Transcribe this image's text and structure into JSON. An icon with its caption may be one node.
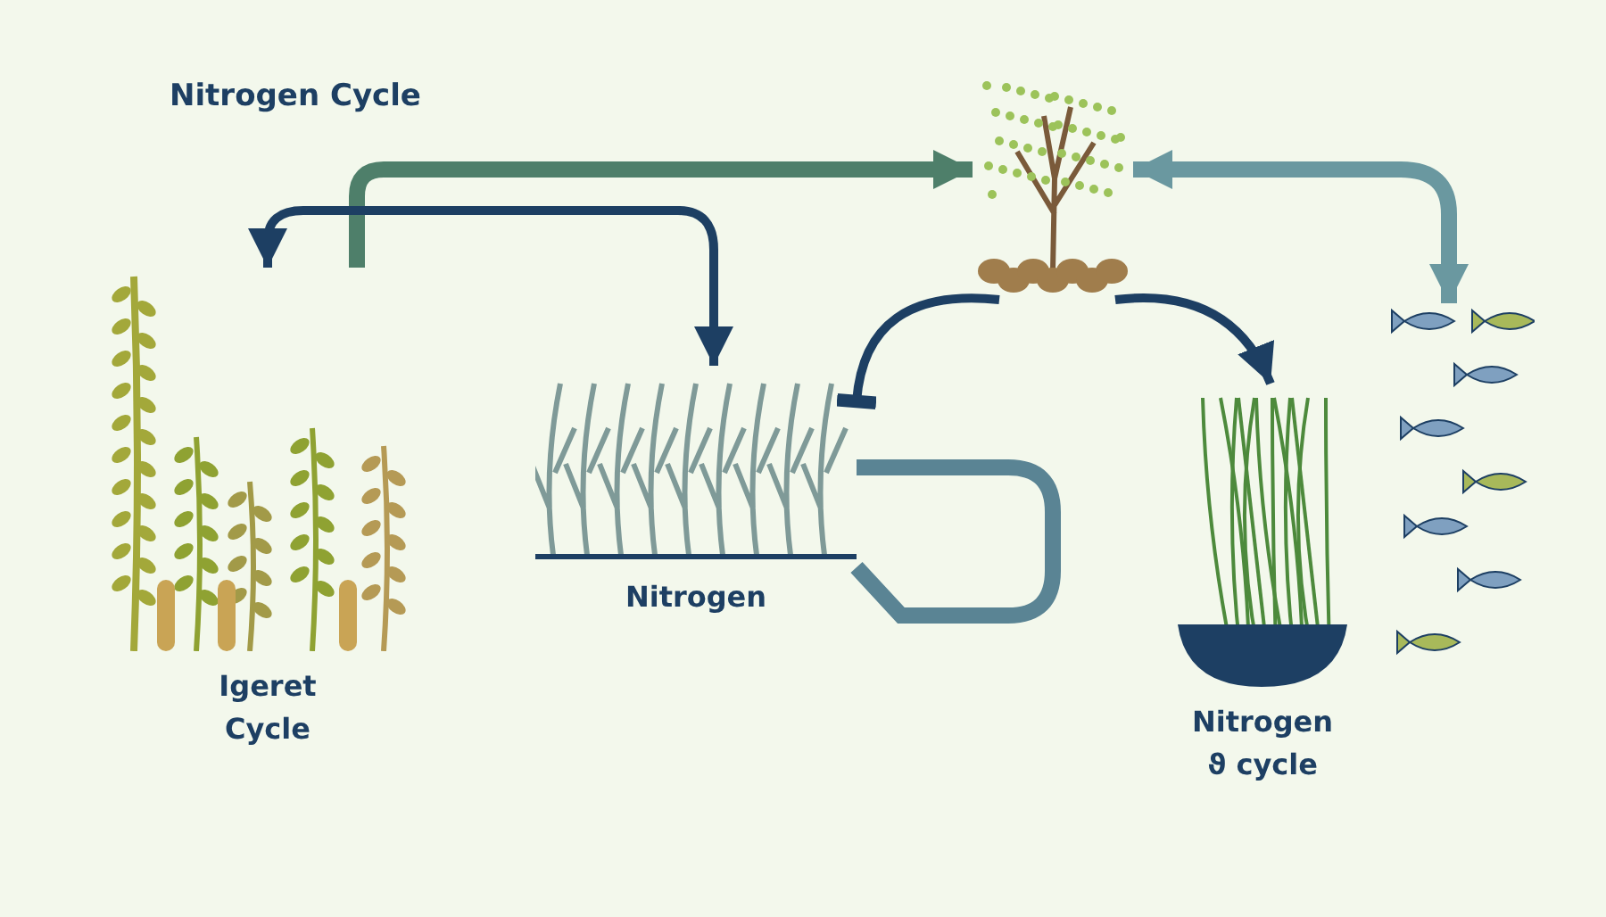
{
  "diagram": {
    "title": "Nitrogen Cycle",
    "nodes": [
      {
        "text": [
          "Igeret Cycle"
        ]
      },
      {
        "text": [
          "Nitrogen"
        ]
      },
      {
        "text": [],
        "shape": "picture"
      },
      {
        "text": [
          "Nitrogen ϑ cycle"
        ]
      },
      {
        "text": [],
        "shape": "picture"
      }
    ],
    "edges": [
      {
        "from": 0,
        "to": 2,
        "arrow": "to",
        "style": "thick",
        "color": "#4e7f6a"
      },
      {
        "from": 0,
        "to": 1,
        "arrow": "both"
      },
      {
        "from": 1,
        "to": 2,
        "arrow": "other"
      },
      {
        "from": 2,
        "to": 3,
        "arrow": "to"
      },
      {
        "from": 2,
        "to": 4,
        "arrow": "both",
        "style": "thick",
        "color": "#6a98a0"
      },
      {
        "from": 1,
        "to": 1,
        "arrow": "none",
        "style": "thick",
        "color": "#5a8494"
      }
    ]
  }
}
